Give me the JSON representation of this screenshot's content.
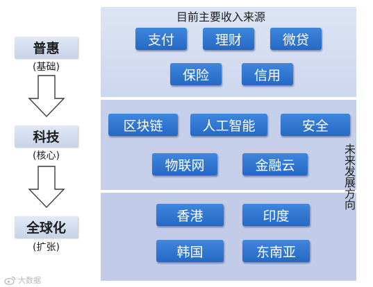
{
  "stages": [
    {
      "label": "普惠",
      "sub": "(基础)"
    },
    {
      "label": "科技",
      "sub": "(核心)"
    },
    {
      "label": "全球化",
      "sub": "(扩张)"
    }
  ],
  "panel_revenue": {
    "title": "目前主要收入来源",
    "items": [
      "支付",
      "理财",
      "微贷",
      "保险",
      "信用"
    ]
  },
  "panel_tech": {
    "items": [
      "区块链",
      "人工智能",
      "安全",
      "物联网",
      "金融云"
    ]
  },
  "panel_global": {
    "items": [
      "香港",
      "印度",
      "韩国",
      "东南亚"
    ]
  },
  "future_direction": "未来发展方向",
  "watermark": {
    "icon": "weibo-logo-icon",
    "text": "大数据"
  },
  "colors": {
    "pill_blue": "#2f78d4",
    "panel_lavender": "#c9d3ec",
    "stage_box": "#d4ddf0"
  }
}
